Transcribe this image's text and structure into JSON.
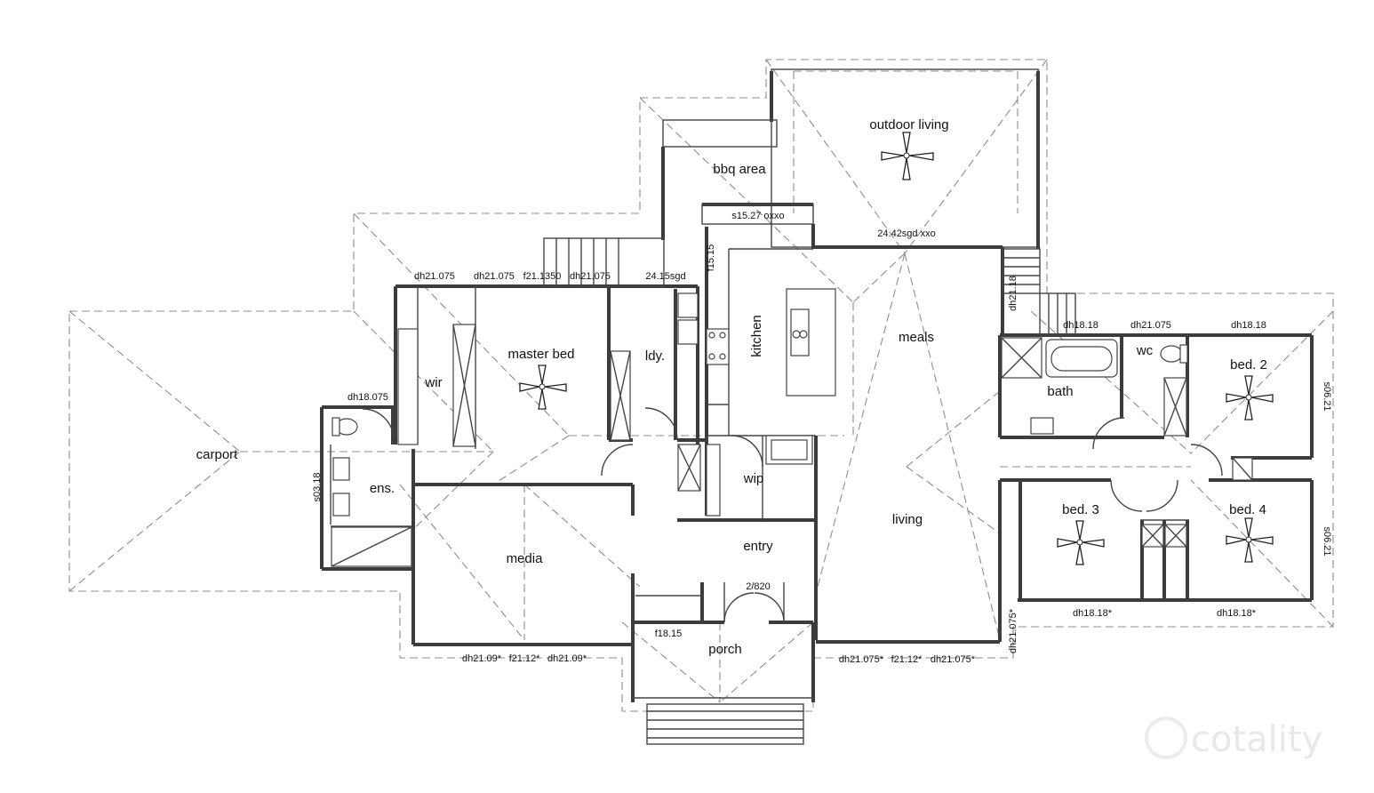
{
  "rooms": {
    "outdoor_living": "outdoor living",
    "bbq_area": "bbq area",
    "kitchen": "kitchen",
    "meals": "meals",
    "master_bed": "master bed",
    "wir": "wir",
    "ldy": "ldy.",
    "carport": "carport",
    "ens": "ens.",
    "wip": "wip",
    "media": "media",
    "entry": "entry",
    "living": "living",
    "porch": "porch",
    "bath": "bath",
    "wc": "wc",
    "bed2": "bed. 2",
    "bed3": "bed. 3",
    "bed4": "bed. 4"
  },
  "openings": {
    "s15_27": "s15.27 oxxo",
    "sgd24_42": "24.42sgd xxo",
    "dh21_075_a": "dh21.075",
    "dh21_075_b": "dh21.075",
    "f21_1350": "f21.1350",
    "dh21_075_c": "dh21.075",
    "sgd24_15": "24.15sgd",
    "f15_15": "f15.15",
    "dh21_18": "dh21.18",
    "dh18_18_a": "dh18.18",
    "dh21_075_d": "dh21.075",
    "dh18_18_b": "dh18.18",
    "dh18_075": "dh18.075",
    "s03_18": "s03.18",
    "s06_21_a": "s06.21",
    "s06_21_b": "s06.21",
    "door_2_820": "2/820",
    "f18_15": "f18.15",
    "dh18_18s_a": "dh18.18*",
    "dh18_18s_b": "dh18.18*",
    "dh21_075s_side": "dh21.075*",
    "dh21_09s_a": "dh21.09*",
    "f21_12s_a": "f21.12*",
    "dh21_09s_b": "dh21.09*",
    "dh21_075s_a": "dh21.075*",
    "f21_12s_b": "f21.12*",
    "dh21_075s_b": "dh21.075*"
  },
  "watermark": "cotality"
}
